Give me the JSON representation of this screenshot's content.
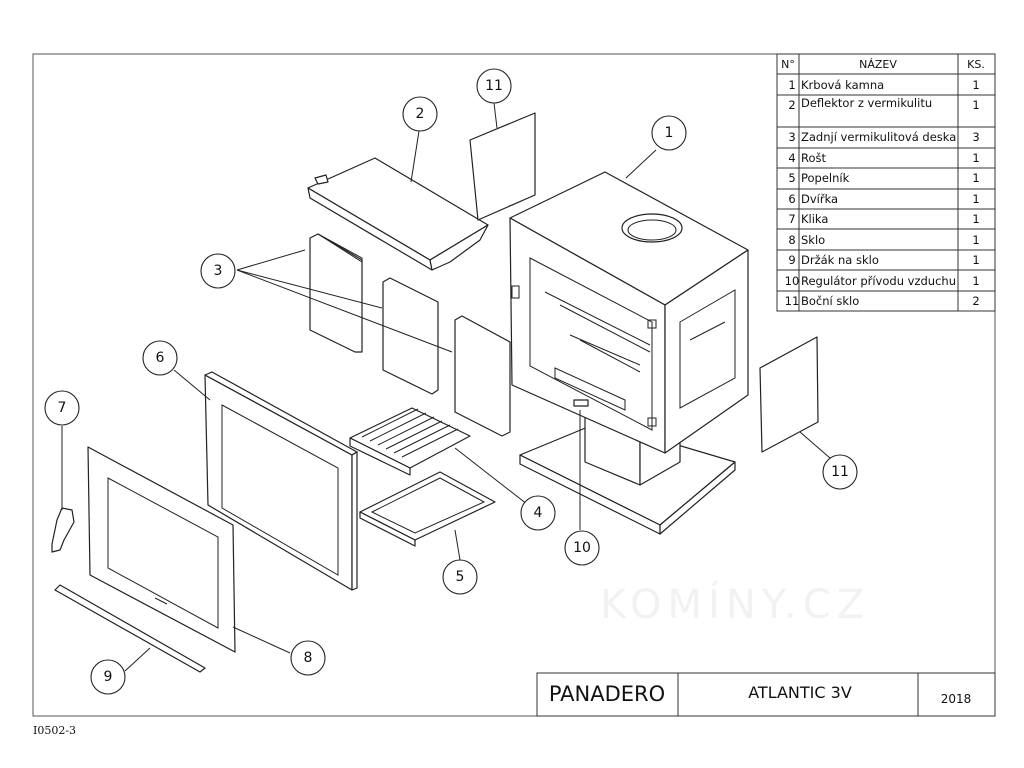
{
  "parts_table": {
    "headers": {
      "number": "N°",
      "name": "NÁZEV",
      "qty": "KS."
    },
    "rows": [
      {
        "no": "1",
        "name": "Krbová kamna",
        "qty": "1"
      },
      {
        "no": "2",
        "name": "Deflektor z vermikulitu",
        "qty": "1"
      },
      {
        "no": "3",
        "name": "Zadnjí vermikulitová deska",
        "qty": "3"
      },
      {
        "no": "4",
        "name": "Rošt",
        "qty": "1"
      },
      {
        "no": "5",
        "name": "Popelník",
        "qty": "1"
      },
      {
        "no": "6",
        "name": "Dvířka",
        "qty": "1"
      },
      {
        "no": "7",
        "name": "Klika",
        "qty": "1"
      },
      {
        "no": "8",
        "name": "Sklo",
        "qty": "1"
      },
      {
        "no": "9",
        "name": "Držák na sklo",
        "qty": "1"
      },
      {
        "no": "10",
        "name": "Regulátor přívodu vzduchu",
        "qty": "1"
      },
      {
        "no": "11",
        "name": "Boční sklo",
        "qty": "2"
      }
    ]
  },
  "callouts": {
    "c1": "1",
    "c2": "2",
    "c3": "3",
    "c4": "4",
    "c5": "5",
    "c6": "6",
    "c7": "7",
    "c8": "8",
    "c9": "9",
    "c10": "10",
    "c11a": "11",
    "c11b": "11"
  },
  "title_block": {
    "brand": "PANADERO",
    "model": "ATLANTIC 3V",
    "year": "2018"
  },
  "watermark": "KOMÍNY.CZ",
  "drawing_code": "I0502-3"
}
